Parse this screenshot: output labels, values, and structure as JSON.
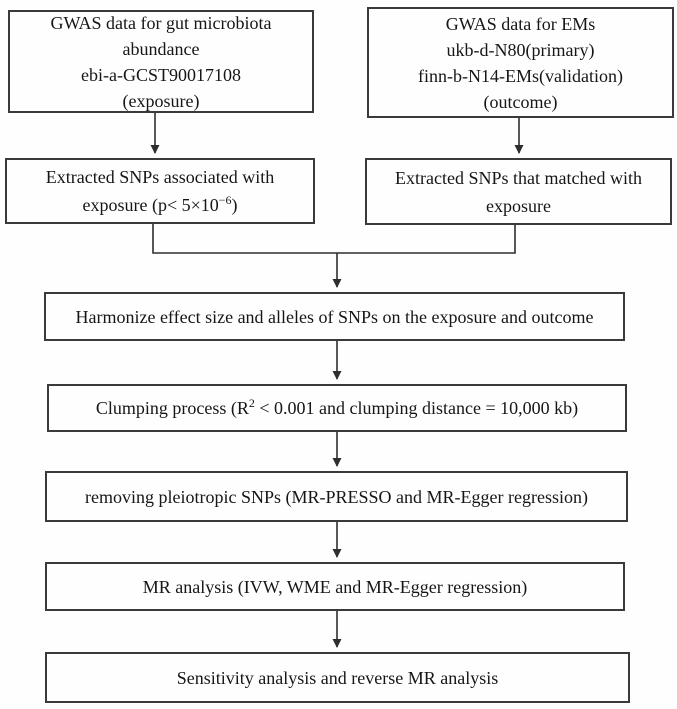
{
  "colors": {
    "box_border": "#3a3a3a",
    "text": "#161616",
    "connector": "#2e2e2e",
    "background": "#fefefe"
  },
  "boxes": {
    "gwas_exposure": {
      "lines": [
        "GWAS data for gut microbiota",
        "abundance",
        "ebi-a-GCST90017108",
        "(exposure)"
      ]
    },
    "gwas_outcome": {
      "lines": [
        "GWAS data for EMs",
        "ukb-d-N80(primary)",
        "finn-b-N14-EMs(validation)",
        "(outcome)"
      ]
    },
    "extract_exposure": {
      "line1": "Extracted SNPs associated with",
      "line2_prefix": "exposure (p< 5×10",
      "line2_sup": "−6",
      "line2_suffix": ")"
    },
    "extract_outcome": {
      "lines": [
        "Extracted SNPs that matched with",
        "exposure"
      ]
    },
    "harmonize": {
      "text": "Harmonize effect size and alleles of SNPs on the exposure and outcome"
    },
    "clumping": {
      "prefix": "Clumping process (R",
      "sup": "2",
      "suffix": " < 0.001 and clumping distance = 10,000 kb)"
    },
    "pleiotropy": {
      "text": "removing pleiotropic SNPs (MR-PRESSO and MR-Egger regression)"
    },
    "mr_analysis": {
      "text": "MR analysis (IVW, WME and MR-Egger regression)"
    },
    "sensitivity": {
      "text": "Sensitivity analysis and reverse MR analysis"
    }
  }
}
